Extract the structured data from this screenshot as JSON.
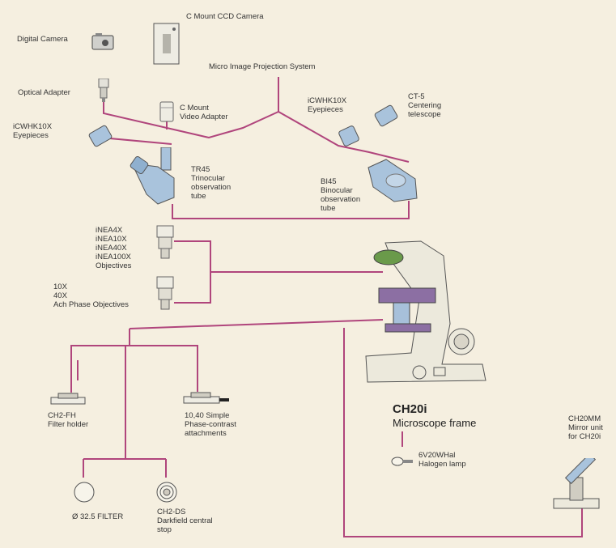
{
  "labels": {
    "digital_camera": "Digital Camera",
    "optical_adapter": "Optical  Adapter",
    "c_mount_ccd_camera": "C Mount CCD Camera",
    "c_mount_video_adapter": [
      "C Mount",
      "Video Adapter"
    ],
    "projection_system": "Micro Image Projection System",
    "eyepieces_left": [
      "iCWHK10X",
      "Eyepieces"
    ],
    "eyepieces_right": [
      "iCWHK10X",
      "Eyepieces"
    ],
    "ct5": [
      "CT-5",
      "Centering",
      "telescope"
    ],
    "tr45": [
      "TR45",
      "Trinocular",
      "observation",
      "tube"
    ],
    "bi45": [
      "BI45",
      "Binocular",
      "observation",
      "tube"
    ],
    "objectives_infinity": [
      "iNEA4X",
      "iNEA10X",
      "iNEA40X",
      "iNEA100X",
      "Objectives"
    ],
    "objectives_phase": [
      "10X",
      "40X",
      "Ach Phase Objectives"
    ],
    "filter_holder": [
      "CH2-FH",
      "Filter holder"
    ],
    "phase_contrast": [
      "10,40 Simple",
      "Phase-contrast",
      "attachments"
    ],
    "filter": "Ø 32.5 FILTER",
    "darkfield": [
      "CH2-DS",
      "Darkfield central",
      "stop"
    ],
    "frame_model": "CH20i",
    "frame_name": "Microscope frame",
    "halogen": [
      "6V20WHal",
      "Halogen lamp"
    ],
    "mirror": [
      "CH20MM",
      "Mirror unit",
      "for CH20i"
    ]
  },
  "colors": {
    "connector": "#b0457c",
    "background": "#f5efe0",
    "device_blue": "#a9c3dc",
    "device_cream": "#ece9dc",
    "device_purple": "#8c6fa3"
  }
}
